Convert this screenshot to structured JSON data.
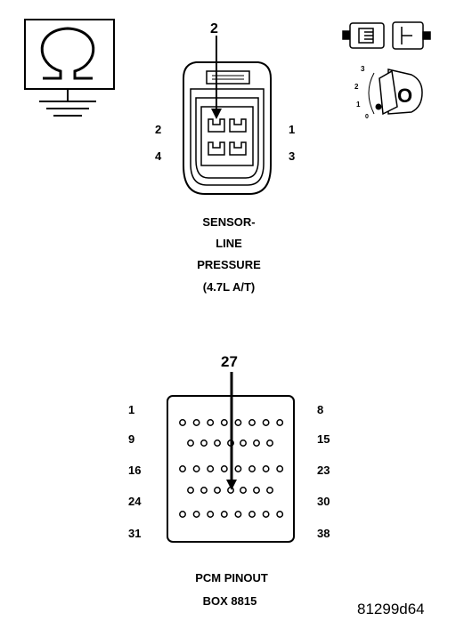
{
  "sensor": {
    "pointer_pin": "2",
    "pin_left_top": "2",
    "pin_left_bottom": "4",
    "pin_right_top": "1",
    "pin_right_bottom": "3",
    "caption": [
      "SENSOR-",
      "LINE",
      "PRESSURE",
      "(4.7L A/T)"
    ]
  },
  "ignition": {
    "positions": [
      "3",
      "2",
      "1",
      "0"
    ],
    "key_letter": "O"
  },
  "pcm": {
    "pointer_pin": "27",
    "row_labels": [
      {
        "left": "1",
        "right": "8",
        "pins": 8
      },
      {
        "left": "9",
        "right": "15",
        "pins": 7
      },
      {
        "left": "16",
        "right": "23",
        "pins": 8
      },
      {
        "left": "24",
        "right": "30",
        "pins": 7
      },
      {
        "left": "31",
        "right": "38",
        "pins": 8
      }
    ],
    "caption": [
      "PCM PINOUT",
      "BOX 8815"
    ]
  },
  "figure_id": "81299d64",
  "icons": {
    "ohmmeter": "ohmmeter-ground-icon",
    "connector": "disconnected-connector-icon",
    "ignition": "ignition-key-off-icon"
  }
}
